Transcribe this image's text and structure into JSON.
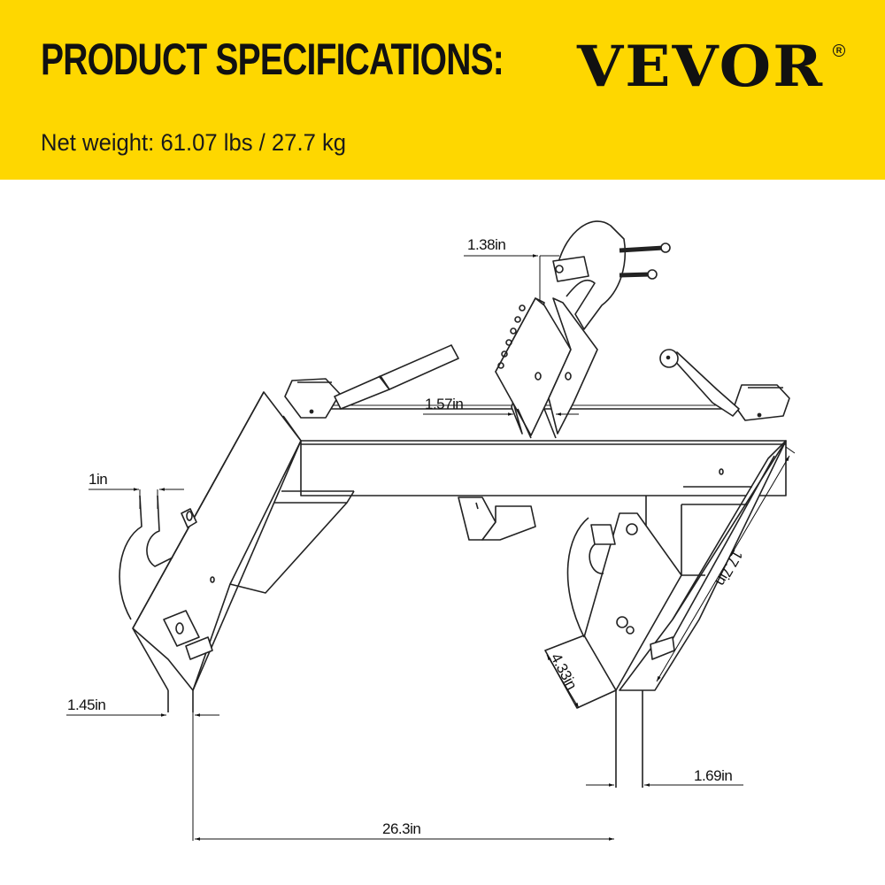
{
  "header": {
    "title": "PRODUCT SPECIFICATIONS:",
    "brand": "VEVOR",
    "brand_mark": "R",
    "net_weight": "Net weight: 61.07 lbs / 27.7 kg",
    "background_color": "#fed700"
  },
  "diagram": {
    "subject": "Quick attach hitch adapter (line drawing)",
    "dimensions": {
      "top_plate_offset": "1.38in",
      "plate_spacing": "1.57in",
      "hook_width": "1in",
      "left_leg_width": "1.45in",
      "right_leg_width": "1.69in",
      "side_length": "17.7in",
      "foot_width": "4.33in",
      "overall_width": "26.3in"
    }
  }
}
